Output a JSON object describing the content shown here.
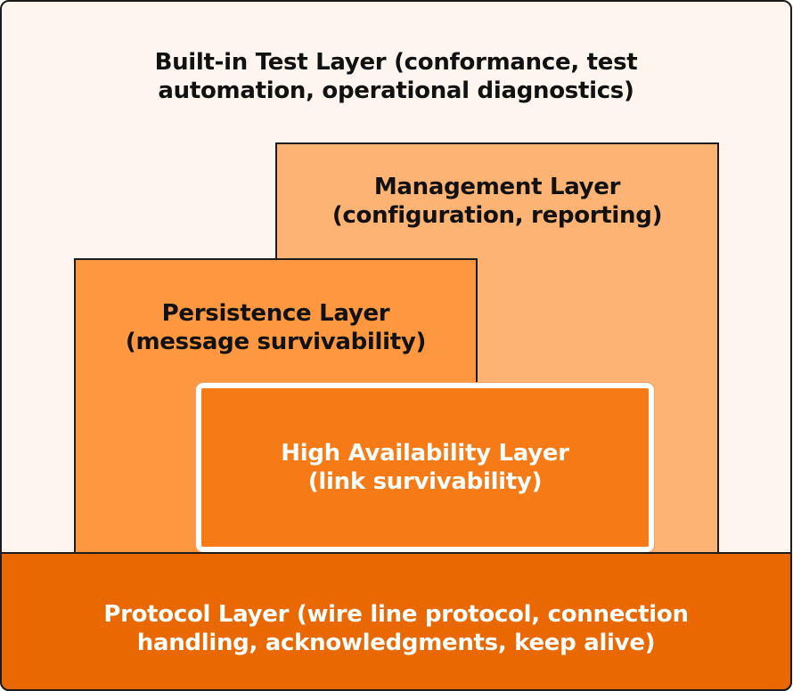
{
  "layers": {
    "test": {
      "line1": "Built-in Test Layer (conformance, test",
      "line2": "automation, operational diagnostics)"
    },
    "management": {
      "line1": "Management Layer",
      "line2": "(configuration, reporting)"
    },
    "persistence": {
      "line1": "Persistence Layer",
      "line2": "(message survivability)"
    },
    "high_availability": {
      "line1": "High Availability Layer",
      "line2": "(link survivability)"
    },
    "protocol": {
      "line1": "Protocol Layer (wire line protocol, connection",
      "line2": "handling, acknowledgments, keep alive)"
    }
  },
  "colors": {
    "test_fill": "#fef5ee",
    "management_fill": "#fdb373",
    "persistence_fill": "#fd9841",
    "high_availability_fill": "#f67a16",
    "protocol_fill": "#ea6802"
  }
}
